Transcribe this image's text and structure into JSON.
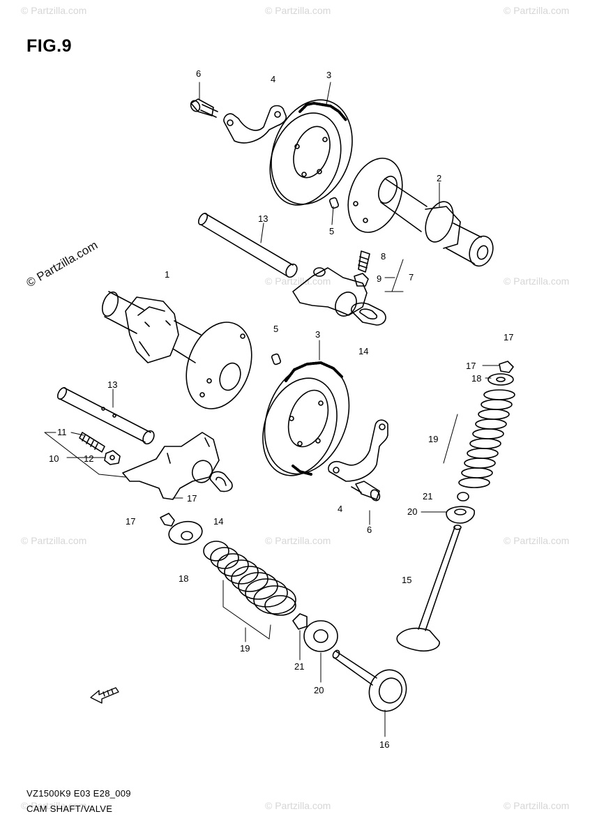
{
  "figure": {
    "title": "FIG.9",
    "model_code": "VZ1500K9 E03 E28_009",
    "section_name": "CAM SHAFT/VALVE"
  },
  "watermark": {
    "text": "© Partzilla.com",
    "color": "#d6d6d6"
  },
  "callouts": {
    "c1": "1",
    "c2": "2",
    "c3a": "3",
    "c3b": "3",
    "c4a": "4",
    "c4b": "4",
    "c5a": "5",
    "c5b": "5",
    "c6a": "6",
    "c6b": "6",
    "c7": "7",
    "c8": "8",
    "c9": "9",
    "c10": "10",
    "c11": "11",
    "c12": "12",
    "c13a": "13",
    "c13b": "13",
    "c14a": "14",
    "c14b": "14",
    "c15": "15",
    "c16": "16",
    "c17a": "17",
    "c17b": "17",
    "c17c": "17",
    "c17d": "17",
    "c18a": "18",
    "c18b": "18",
    "c19a": "19",
    "c19b": "19",
    "c20a": "20",
    "c20b": "20",
    "c21a": "21",
    "c21b": "21"
  },
  "icons": {
    "front_arrow": "front-direction-arrow-icon"
  }
}
